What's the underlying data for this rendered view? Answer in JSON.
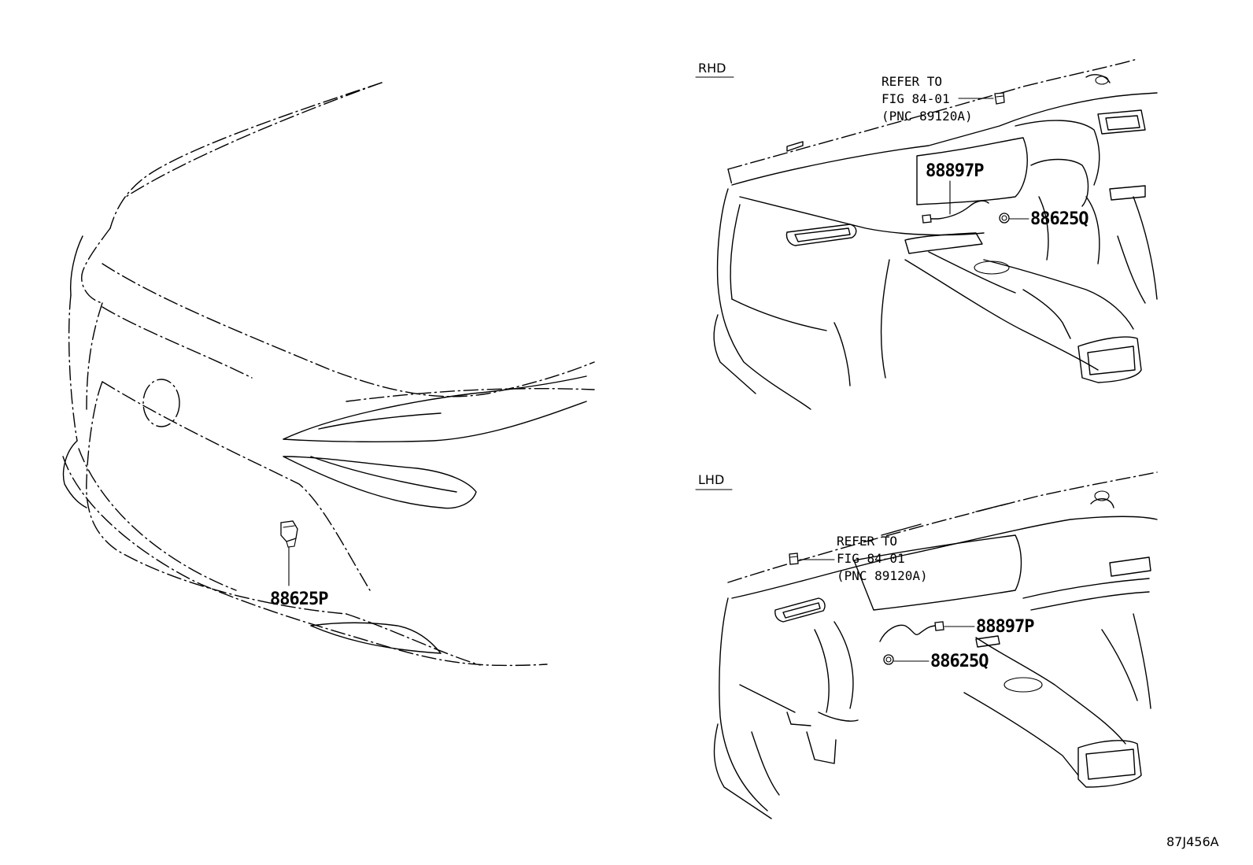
{
  "diagram": {
    "drawing_number": "87J456A",
    "front_view": {
      "part_label": "88625P"
    },
    "rhd_view": {
      "title": "RHD",
      "refer": {
        "line1": "REFER TO",
        "line2": "FIG 84-01",
        "line3": "(PNC 89120A)"
      },
      "part_label_1": "88897P",
      "part_label_2": "88625Q"
    },
    "lhd_view": {
      "title": "LHD",
      "refer": {
        "line1": "REFER TO",
        "line2": "FIG 84-01",
        "line3": "(PNC 89120A)"
      },
      "part_label_1": "88897P",
      "part_label_2": "88625Q"
    }
  }
}
